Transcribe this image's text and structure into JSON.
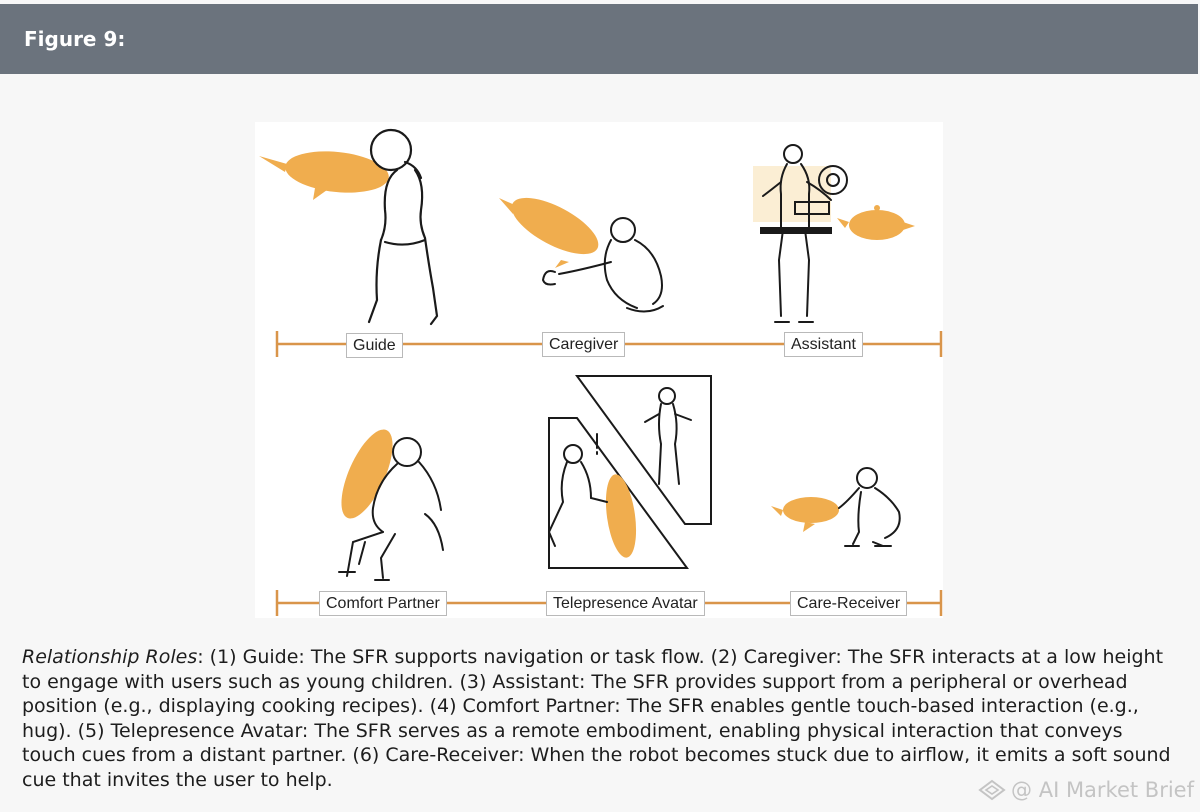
{
  "header": {
    "title": "Figure 9:"
  },
  "figure": {
    "roles_top": [
      {
        "label": "Guide"
      },
      {
        "label": "Caregiver"
      },
      {
        "label": "Assistant"
      }
    ],
    "roles_bottom": [
      {
        "label": "Comfort Partner"
      },
      {
        "label": "Telepresence Avatar"
      },
      {
        "label": "Care-Receiver"
      }
    ],
    "colors": {
      "robot": "#f0ad4e",
      "timeline": "#d9954a",
      "ink": "#1a1a1a"
    }
  },
  "caption": {
    "lead": "Relationship Roles",
    "body": ": (1) Guide: The SFR supports navigation or task flow. (2) Caregiver: The SFR interacts at a low height to engage with users such as young children. (3) Assistant: The SFR provides support from a peripheral or overhead position (e.g., displaying cooking recipes). (4) Comfort Partner: The SFR enables gentle touch-based interaction (e.g., hug). (5) Telepresence Avatar: The SFR serves as a remote embodiment, enabling physical interaction that conveys touch cues from a distant partner. (6) Care-Receiver: When the robot becomes stuck due to airflow, it emits a soft sound cue that invites the user to help."
  },
  "watermark": {
    "text": "@ AI Market Brief"
  }
}
